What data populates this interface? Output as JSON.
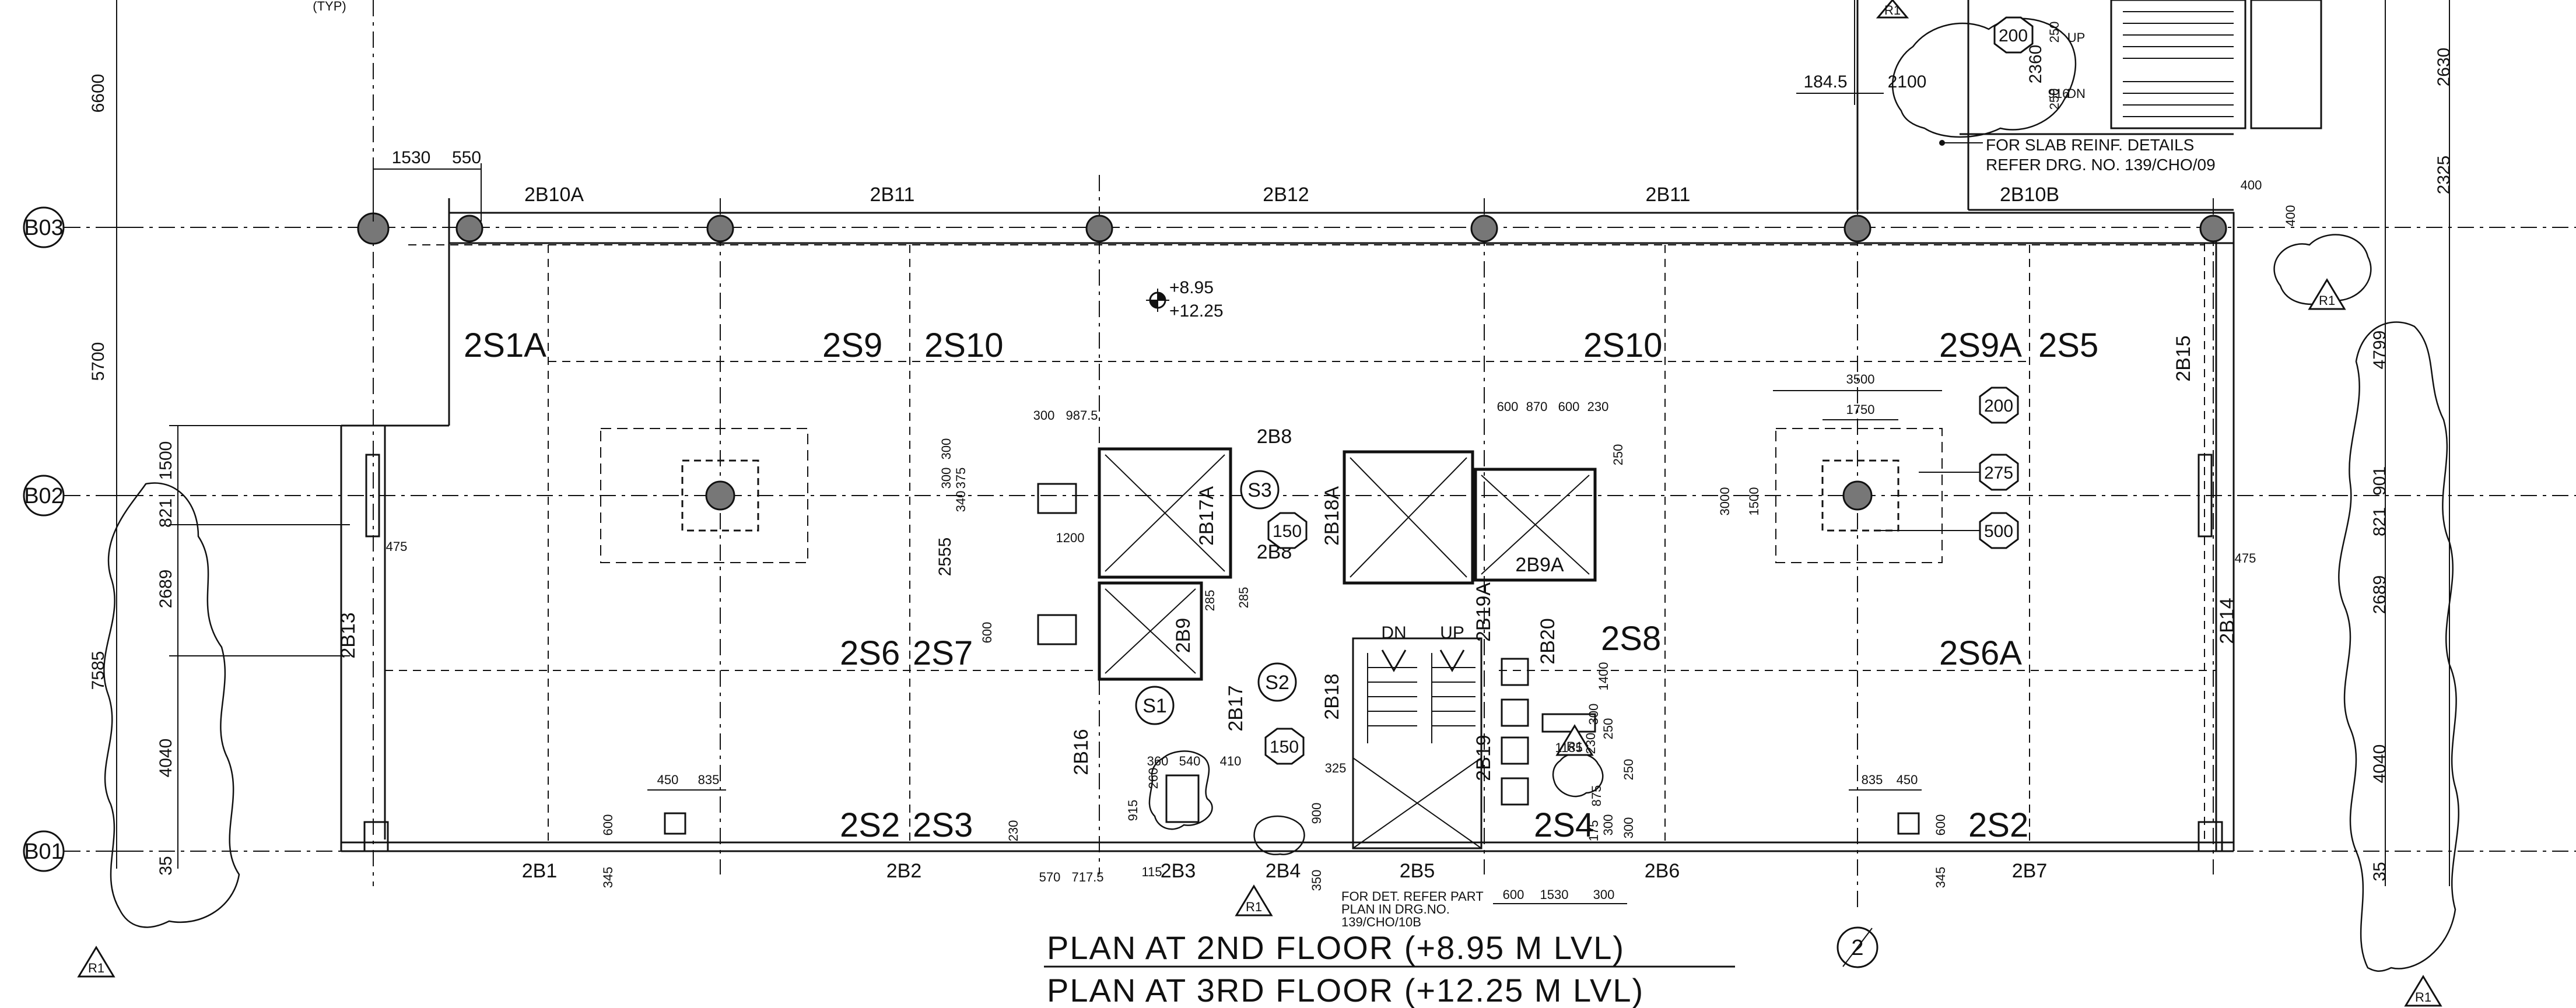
{
  "grid_labels": [
    "B03",
    "B02",
    "B01"
  ],
  "left_dims": [
    "6600",
    "5700",
    "7585"
  ],
  "right_dims": [
    "2630",
    "2325",
    "4799",
    "901",
    "821",
    "2689",
    "4040",
    "35"
  ],
  "left_sub_dims": [
    "1500",
    "821",
    "2689",
    "4040",
    "35"
  ],
  "top_beams": [
    "2B10A",
    "2B11",
    "2B12",
    "2B11",
    "2B10B"
  ],
  "bottom_beams": [
    "2B1",
    "2B2",
    "2B3",
    "2B4",
    "2B5",
    "2B6",
    "2B7"
  ],
  "inner_beams": [
    "2B8",
    "2B8",
    "2B17A",
    "2B18A",
    "2B9",
    "2B9A",
    "2B17",
    "2B18",
    "2B19",
    "2B19A",
    "2B20",
    "2B16",
    "2B13",
    "2B14",
    "2B15"
  ],
  "slabs": [
    "2S1A",
    "2S9",
    "2S10",
    "2S10",
    "2S9A",
    "2S5",
    "2S6",
    "2S7",
    "2S8",
    "2S6A",
    "2S2",
    "2S3",
    "2S4",
    "2S2"
  ],
  "stair_marks": [
    "S1",
    "S2",
    "S3"
  ],
  "hex_tags": [
    "200",
    "150",
    "150",
    "200",
    "275",
    "500"
  ],
  "level_marks": [
    "+8.95",
    "+12.25"
  ],
  "r1_tag": "R1",
  "section_mark": "2",
  "stair_labels": [
    "DN",
    "UP",
    "UP",
    "DN"
  ],
  "top_dims": [
    "1530",
    "550",
    "184.5",
    "2100",
    "916",
    "250",
    "2360",
    "250",
    "400",
    "400"
  ],
  "misc_dims": [
    "300",
    "987.5",
    "300",
    "300",
    "340",
    "375",
    "2555",
    "1200",
    "600",
    "285",
    "285",
    "600",
    "870",
    "600",
    "230",
    "250",
    "3500",
    "1750",
    "3000",
    "1500",
    "475",
    "475",
    "450",
    "835",
    "600",
    "345",
    "835",
    "450",
    "600",
    "345",
    "230",
    "570",
    "717.5",
    "915",
    "260",
    "360",
    "540",
    "410",
    "115",
    "325",
    "900",
    "350",
    "600",
    "1530",
    "300",
    "1185",
    "1400",
    "300",
    "230",
    "250",
    "875",
    "300",
    "300",
    "175",
    "250",
    "(TYP)"
  ],
  "note_slab": [
    "FOR SLAB REINF. DETAILS",
    "REFER DRG. NO. 139/CHO/09"
  ],
  "note_det": [
    "FOR DET. REFER PART",
    "PLAN IN DRG.NO.",
    "139/CHO/10B"
  ],
  "titles": [
    "PLAN AT 2ND FLOOR (+8.95 M LVL)",
    "PLAN AT 3RD FLOOR (+12.25 M LVL)"
  ]
}
